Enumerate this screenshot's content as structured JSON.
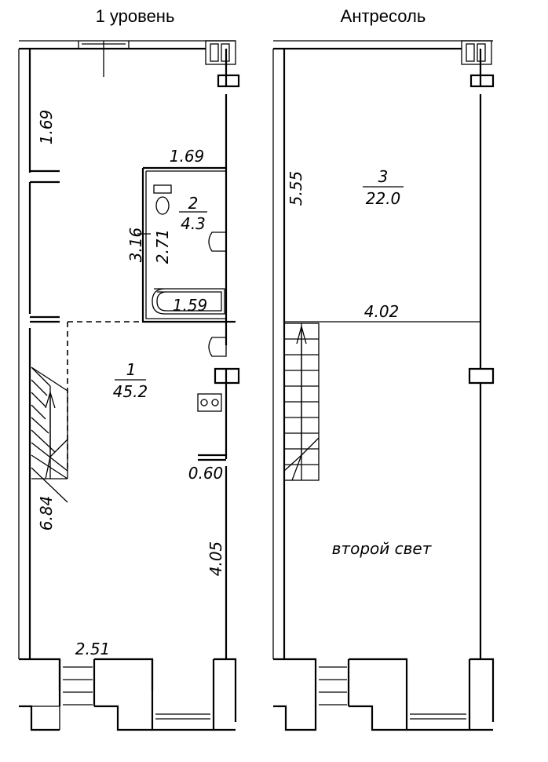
{
  "levels": [
    {
      "title": "1 уровень"
    },
    {
      "title": "Антресоль"
    }
  ],
  "rooms": [
    {
      "number": "1",
      "area": "45.2"
    },
    {
      "number": "2",
      "area": "4.3"
    },
    {
      "number": "3",
      "area": "22.0"
    }
  ],
  "dimensions": {
    "level1": {
      "left_upper": "1.69",
      "bath_top": "1.69",
      "bath_outer": "3.16",
      "bath_inner": "2.71",
      "bath_bottom": "1.59",
      "kitchen_gap": "0.60",
      "right_lower": "4.05",
      "left_lower": "6.84",
      "entrance": "2.51"
    },
    "mezzanine": {
      "left": "5.55",
      "width": "4.02"
    }
  },
  "annotations": {
    "second_light": "второй свет"
  }
}
